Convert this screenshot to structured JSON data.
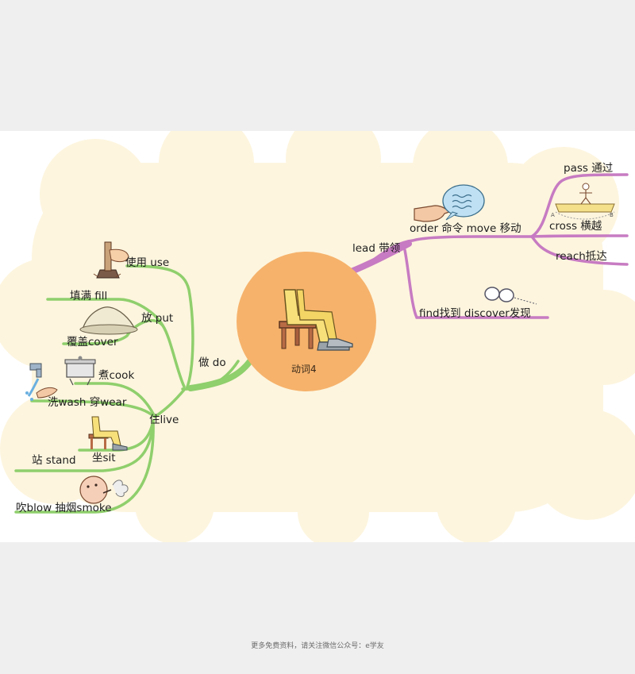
{
  "mindmap": {
    "center": "动词4",
    "left": {
      "hub": "做 do",
      "use": "使用 use",
      "put": "放 put",
      "fill": "填满 fill",
      "cover": "覆盖cover",
      "cook": "煮cook",
      "live": "住live",
      "wash_wear": "洗wash 穿wear",
      "sit": "坐sit",
      "stand": "站 stand",
      "blow_smoke": "吹blow 抽烟smoke"
    },
    "right": {
      "lead": "lead 带领",
      "order_move": "order 命令 move 移动",
      "pass": "pass 通过",
      "cross": "cross 横越",
      "reach": "reach抵达",
      "find_discover": "find找到 discover发现"
    }
  },
  "bridge_label_a": "A",
  "bridge_label_b": "B",
  "footer": "更多免费资料，请关注微信公众号：e学友",
  "colors": {
    "page_bg": "#efefef",
    "cloud": "#fdf5de",
    "center_circle": "#f6b26b",
    "left_branch": "#8fcf6c",
    "right_branch": "#c77bc2"
  }
}
